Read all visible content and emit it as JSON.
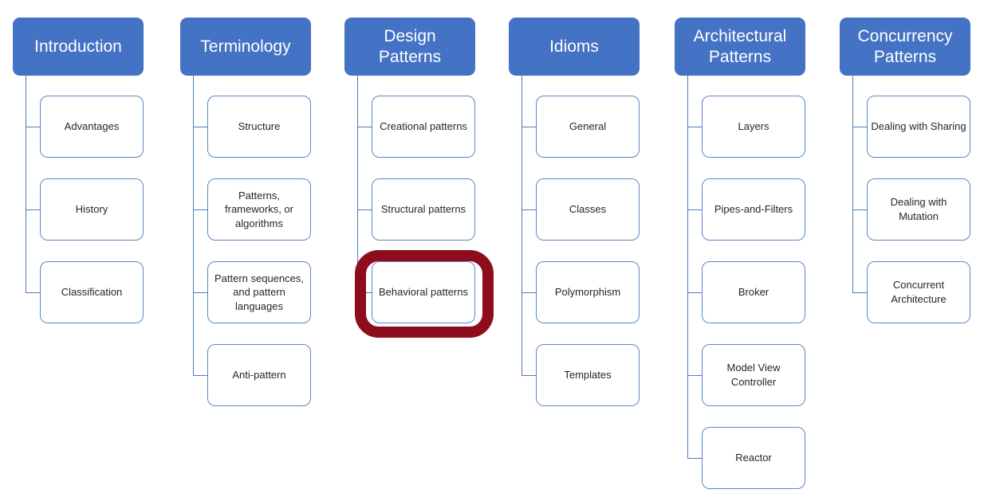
{
  "diagram": {
    "type": "hierarchy-tree",
    "colors": {
      "header_fill": "#4472C4",
      "header_text": "#FFFFFF",
      "node_border": "#5B87C9",
      "connector": "#4D7CC0",
      "node_text": "#262626",
      "highlight_ring": "#8E0D1D",
      "background": "#FFFFFF"
    },
    "highlighted_node": "Behavioral patterns",
    "columns": [
      {
        "title": "Introduction",
        "children": [
          {
            "label": "Advantages"
          },
          {
            "label": "History"
          },
          {
            "label": "Classification"
          }
        ]
      },
      {
        "title": "Terminology",
        "children": [
          {
            "label": "Structure"
          },
          {
            "label": "Patterns, frameworks, or algorithms"
          },
          {
            "label": "Pattern sequences, and pattern languages"
          },
          {
            "label": "Anti-pattern"
          }
        ]
      },
      {
        "title": "Design Patterns",
        "children": [
          {
            "label": "Creational patterns"
          },
          {
            "label": "Structural patterns"
          },
          {
            "label": "Behavioral patterns",
            "highlighted": true
          }
        ]
      },
      {
        "title": "Idioms",
        "children": [
          {
            "label": "General"
          },
          {
            "label": "Classes"
          },
          {
            "label": "Polymorphism"
          },
          {
            "label": "Templates"
          }
        ]
      },
      {
        "title": "Architectural Patterns",
        "children": [
          {
            "label": "Layers"
          },
          {
            "label": "Pipes-and-Filters"
          },
          {
            "label": "Broker"
          },
          {
            "label": "Model View Controller"
          },
          {
            "label": "Reactor"
          }
        ]
      },
      {
        "title": "Concurrency Patterns",
        "children": [
          {
            "label": "Dealing with Sharing"
          },
          {
            "label": "Dealing with Mutation"
          },
          {
            "label": "Concurrent Architecture"
          }
        ]
      }
    ]
  }
}
